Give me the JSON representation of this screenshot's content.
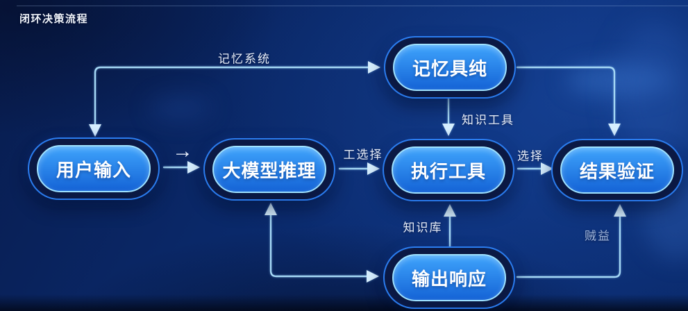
{
  "page": {
    "title": "闭环决策流程"
  },
  "colors": {
    "connector": "#a6d9f6",
    "arrowhead": "#d6efff",
    "node_fill_top": "#3fa4fc",
    "node_fill_bottom": "#1463d6",
    "node_inner_border": "#9fe2ff",
    "node_outer_fill": "#0c1a45",
    "node_outer_border": "#2b7df0",
    "node_text": "#ffffff",
    "label_text": "#e8eef8"
  },
  "nodes": {
    "memory": {
      "label": "记忆具纯"
    },
    "user_input": {
      "label": "用户输入"
    },
    "llm_reasoning": {
      "label": "大模型推理"
    },
    "execution_tools": {
      "label": "执行工具"
    },
    "result_verification": {
      "label": "结果验证"
    },
    "output_response": {
      "label": "输出响应"
    }
  },
  "edge_labels": {
    "memory_system": {
      "label": "记忆系统"
    },
    "knowledge_tools": {
      "label": "知识工具"
    },
    "tool_select": {
      "label": "工选择"
    },
    "select": {
      "label": "选择"
    },
    "knowledge_base": {
      "label": "知识库"
    },
    "benefit": {
      "label": "贼益"
    }
  },
  "glyphs": {
    "arrow_right": "→"
  }
}
